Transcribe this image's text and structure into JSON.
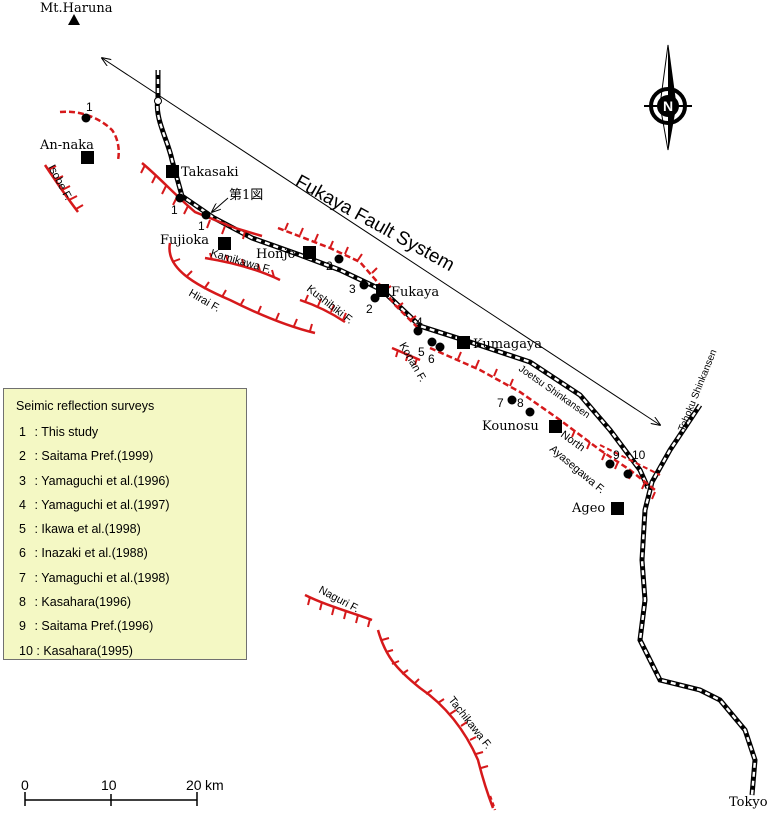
{
  "map": {
    "system_label": "Fukaya Fault System",
    "north_label": "N",
    "mountain": "Mt.Haruna",
    "cities": {
      "annaka": "An-naka",
      "takasaki": "Takasaki",
      "fujioka": "Fujioka",
      "honjo": "Honjo",
      "fukaya": "Fukaya",
      "kumagaya": "Kumagaya",
      "kounosu": "Kounosu",
      "ageo": "Ageo",
      "tokyo": "Tokyo"
    },
    "faults": {
      "isobe": "Isobe F.",
      "kamikawa": "Kamikawa F.",
      "hirai": "Hirai F.",
      "kushibiki": "Kushibiki F.",
      "konan": "Konan F.",
      "north": "North",
      "ayasegawa": "Ayasegawa F.",
      "naguri": "Naguri F.",
      "tachikawa": "Tachikawa F."
    },
    "railways": {
      "joetsu": "Joetsu Shinkansen",
      "tohoku": "Tohoku Shinkansen"
    },
    "figure_ref": "第1図",
    "survey_numbers": [
      "1",
      "1",
      "1",
      "2",
      "3",
      "2",
      "4",
      "5",
      "6",
      "7",
      "8",
      "9",
      "10"
    ],
    "scale": {
      "ticks": [
        "0",
        "10",
        "20"
      ],
      "unit": "km"
    },
    "colors": {
      "fault": "#d6191b",
      "railway": "#000000",
      "legend_bg": "#f4f8c4"
    }
  },
  "legend": {
    "title": "Seimic reflection surveys",
    "items": [
      {
        "num": "1",
        "label": "This study"
      },
      {
        "num": "2",
        "label": "Saitama Pref.(1999)"
      },
      {
        "num": "3",
        "label": "Yamaguchi et al.(1996)"
      },
      {
        "num": "4",
        "label": "Yamaguchi et al.(1997)"
      },
      {
        "num": "5",
        "label": "Ikawa et al.(1998)"
      },
      {
        "num": "6",
        "label": "Inazaki et al.(1988)"
      },
      {
        "num": "7",
        "label": "Yamaguchi et al.(1998)"
      },
      {
        "num": "8",
        "label": "Kasahara(1996)"
      },
      {
        "num": "9",
        "label": "Saitama Pref.(1996)"
      },
      {
        "num": "10",
        "label": "Kasahara(1995)"
      }
    ]
  }
}
